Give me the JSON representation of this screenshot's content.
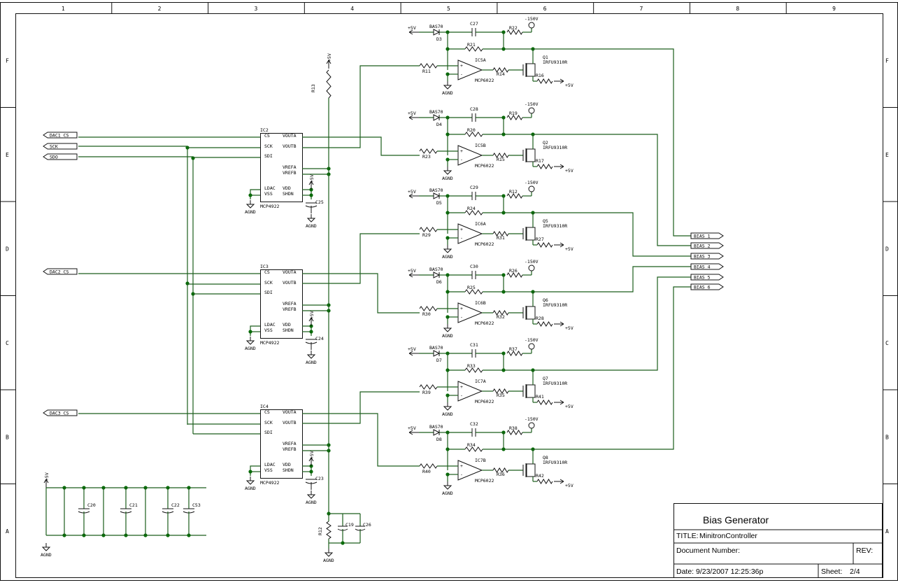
{
  "border": {
    "columns": [
      "1",
      "2",
      "3",
      "4",
      "5",
      "6",
      "7",
      "8",
      "9"
    ],
    "rows": [
      "F",
      "E",
      "D",
      "C",
      "B",
      "A"
    ]
  },
  "title_block": {
    "heading": "Bias Generator",
    "title_label": "TITLE:",
    "title_value": "MinitronController",
    "docnum_label": "Document Number:",
    "rev_label": "REV:",
    "date_label": "Date:",
    "date_value": "9/23/2007 12:25:36p",
    "sheet_label": "Sheet:",
    "sheet_value": "2/4"
  },
  "inputs": [
    "DAC1_CS",
    "SCK",
    "SDO",
    "DAC2_CS",
    "DAC3_CS"
  ],
  "outputs": [
    "BIAS_1",
    "BIAS_2",
    "BIAS_3",
    "BIAS_4",
    "BIAS_5",
    "BIAS_6"
  ],
  "dacs": [
    {
      "ref": "IC2",
      "part": "MCP4922"
    },
    {
      "ref": "IC3",
      "part": "MCP4922"
    },
    {
      "ref": "IC4",
      "part": "MCP4922"
    }
  ],
  "dac_pins_left": [
    "CS",
    "SCK",
    "SDI",
    "LDAC",
    "VSS"
  ],
  "dac_pins_right": [
    "VOUTA",
    "VOUTB",
    "VREFA",
    "VREFB",
    "VDD",
    "SHDN"
  ],
  "dac_caps": [
    "C25",
    "C24",
    "C23"
  ],
  "stages": [
    {
      "op": "IC5A",
      "opamp": "MCP6022",
      "diode": "D3",
      "dpart": "BAS70",
      "cap": "C27",
      "rtop": "R22",
      "rfb": "R21",
      "rin": "R11",
      "rgate": "R14",
      "fet": "Q1",
      "fpart": "IRFU9310R",
      "rs": "R16"
    },
    {
      "op": "IC5B",
      "opamp": "MCP6022",
      "diode": "D4",
      "dpart": "BAS70",
      "cap": "C28",
      "rtop": "R19",
      "rfb": "R20",
      "rin": "R23",
      "rgate": "R15",
      "fet": "Q2",
      "fpart": "IRFU9310R",
      "rs": "R17"
    },
    {
      "op": "IC6A",
      "opamp": "MCP6022",
      "diode": "D5",
      "dpart": "BAS70",
      "cap": "C29",
      "rtop": "R12",
      "rfb": "R24",
      "rin": "R29",
      "rgate": "R31",
      "fet": "Q5",
      "fpart": "IRFU9310R",
      "rs": "R27"
    },
    {
      "op": "IC6B",
      "opamp": "MCP6022",
      "diode": "D6",
      "dpart": "BAS70",
      "cap": "C30",
      "rtop": "R26",
      "rfb": "R25",
      "rin": "R30",
      "rgate": "R32",
      "fet": "Q6",
      "fpart": "IRFU9310R",
      "rs": "R28"
    },
    {
      "op": "IC7A",
      "opamp": "MCP6022",
      "diode": "D7",
      "dpart": "BAS70",
      "cap": "C31",
      "rtop": "R37",
      "rfb": "R33",
      "rin": "R39",
      "rgate": "R35",
      "fet": "Q7",
      "fpart": "IRFU9310R",
      "rs": "R41"
    },
    {
      "op": "IC7B",
      "opamp": "MCP6022",
      "diode": "D8",
      "dpart": "BAS70",
      "cap": "C32",
      "rtop": "R38",
      "rfb": "R34",
      "rin": "R40",
      "rgate": "R36",
      "fet": "Q8",
      "fpart": "IRFU9310R",
      "rs": "R42"
    }
  ],
  "supply": {
    "pos": "+5V",
    "neg": "-150V",
    "gnd": "AGND"
  },
  "bypass_caps": [
    "C20",
    "C21",
    "C22",
    "C53"
  ],
  "ref_parts": {
    "r_top": "R13",
    "r_bot": "R12",
    "caps": [
      "C19",
      "C26"
    ]
  }
}
